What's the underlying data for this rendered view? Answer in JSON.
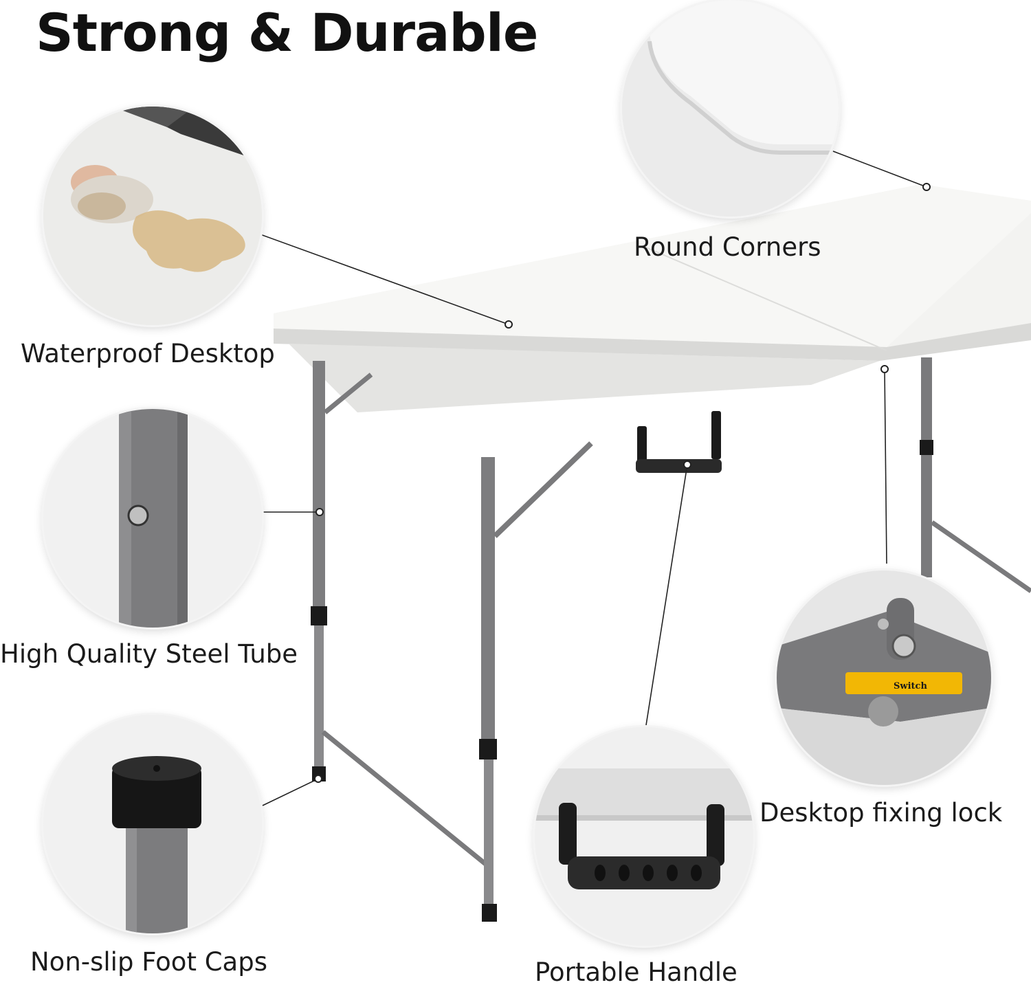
{
  "title": "Strong & Durable",
  "features": {
    "round_corners": "Round Corners",
    "waterproof": "Waterproof Desktop",
    "steel_tube": "High Quality Steel Tube",
    "foot_caps": "Non-slip Foot Caps",
    "fixing_lock": "Desktop fixing lock",
    "handle": "Portable Handle"
  },
  "lock_tag_text": "Switch",
  "colors": {
    "tabletop": "#f4f4f2",
    "steel": "#7a7a7c",
    "rubber": "#1a1a1a",
    "lock_yellow": "#f2b705"
  }
}
